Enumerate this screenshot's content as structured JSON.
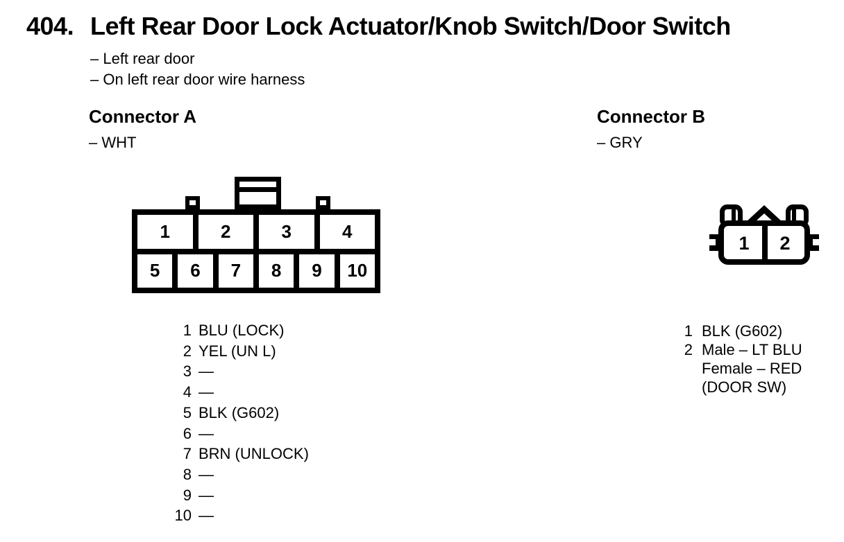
{
  "page": {
    "number": "404.",
    "title": "Left Rear Door Lock Actuator/Knob Switch/Door Switch",
    "notes": [
      "– Left rear door",
      "– On left rear door wire harness"
    ]
  },
  "connectorA": {
    "heading": "Connector A",
    "color_note": "– WHT",
    "housing_color": "WHT",
    "top_row_cells": [
      "1",
      "2",
      "3",
      "4"
    ],
    "bottom_row_cells": [
      "5",
      "6",
      "7",
      "8",
      "9",
      "10"
    ],
    "pins": [
      {
        "num": "1",
        "label": "BLU (LOCK)"
      },
      {
        "num": "2",
        "label": "YEL (UN L)"
      },
      {
        "num": "3",
        "label": "—"
      },
      {
        "num": "4",
        "label": "—"
      },
      {
        "num": "5",
        "label": "BLK (G602)"
      },
      {
        "num": "6",
        "label": "—"
      },
      {
        "num": "7",
        "label": "BRN (UNLOCK)"
      },
      {
        "num": "8",
        "label": "—"
      },
      {
        "num": "9",
        "label": "—"
      },
      {
        "num": "10",
        "label": "—"
      }
    ]
  },
  "connectorB": {
    "heading": "Connector B",
    "color_note": "– GRY",
    "housing_color": "GRY",
    "cells": [
      "1",
      "2"
    ],
    "pins": [
      {
        "num": "1",
        "lines": [
          "BLK (G602)"
        ]
      },
      {
        "num": "2",
        "lines": [
          "Male – LT BLU",
          "Female – RED",
          "(DOOR SW)"
        ]
      }
    ]
  },
  "colors": {
    "ink": "#000000",
    "paper": "#ffffff"
  }
}
